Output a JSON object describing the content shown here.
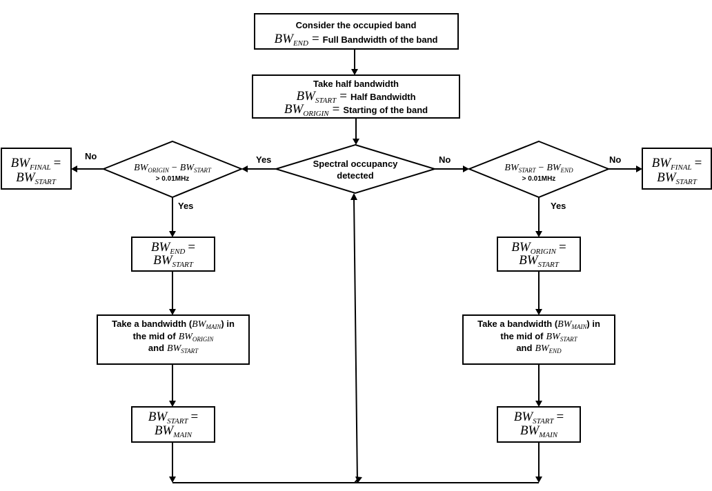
{
  "nodes": {
    "consider": {
      "line1": "Consider the occupied band",
      "math": {
        "base": "BW",
        "sub": "END",
        "op": "="
      },
      "text": "Full Bandwidth of the band"
    },
    "half": {
      "line1": "Take half bandwidth",
      "math1": {
        "base": "BW",
        "sub": "START",
        "op": "="
      },
      "text1": "Half Bandwidth",
      "math2": {
        "base": "BW",
        "sub": "ORIGIN",
        "op": "="
      },
      "text2": "Starting of the band"
    },
    "spectral": {
      "line1": "Spectral occupancy",
      "line2": "detected"
    },
    "left_decision": {
      "a": {
        "base": "BW",
        "sub": "ORIGIN"
      },
      "op": "−",
      "b": {
        "base": "BW",
        "sub": "START"
      },
      "threshold": "> 0.01MHz"
    },
    "right_decision": {
      "a": {
        "base": "BW",
        "sub": "START"
      },
      "op": "−",
      "b": {
        "base": "BW",
        "sub": "END"
      },
      "threshold": "> 0.01MHz"
    },
    "left_final": {
      "lhs": {
        "base": "BW",
        "sub": "FINAL"
      },
      "op": "=",
      "rhs": {
        "base": "BW",
        "sub": "START"
      }
    },
    "right_final": {
      "lhs": {
        "base": "BW",
        "sub": "FINAL"
      },
      "op": "=",
      "rhs": {
        "base": "BW",
        "sub": "START"
      }
    },
    "left_assign": {
      "lhs": {
        "base": "BW",
        "sub": "END"
      },
      "op": "=",
      "rhs": {
        "base": "BW",
        "sub": "START"
      }
    },
    "right_assign": {
      "lhs": {
        "base": "BW",
        "sub": "ORIGIN"
      },
      "op": "=",
      "rhs": {
        "base": "BW",
        "sub": "START"
      }
    },
    "left_mid": {
      "line1_pre": "Take a bandwidth (",
      "line1_math": {
        "base": "BW",
        "sub": "MAIN"
      },
      "line1_post": ") in",
      "line2_pre": "the mid of",
      "line2_math": {
        "base": "BW",
        "sub": "ORIGIN"
      },
      "line3_pre": "and",
      "line3_math": {
        "base": "BW",
        "sub": "START"
      }
    },
    "right_mid": {
      "line1_pre": "Take a bandwidth (",
      "line1_math": {
        "base": "BW",
        "sub": "MAIN"
      },
      "line1_post": ") in",
      "line2_pre": "the mid of",
      "line2_math": {
        "base": "BW",
        "sub": "START"
      },
      "line3_pre": "and",
      "line3_math": {
        "base": "BW",
        "sub": "END"
      }
    },
    "left_update": {
      "lhs": {
        "base": "BW",
        "sub": "START"
      },
      "op": "=",
      "rhs": {
        "base": "BW",
        "sub": "MAIN"
      }
    },
    "right_update": {
      "lhs": {
        "base": "BW",
        "sub": "START"
      },
      "op": "=",
      "rhs": {
        "base": "BW",
        "sub": "MAIN"
      }
    }
  },
  "edge_labels": {
    "spectral_yes": "Yes",
    "spectral_no": "No",
    "left_no": "No",
    "left_yes": "Yes",
    "right_no": "No",
    "right_yes": "Yes"
  }
}
